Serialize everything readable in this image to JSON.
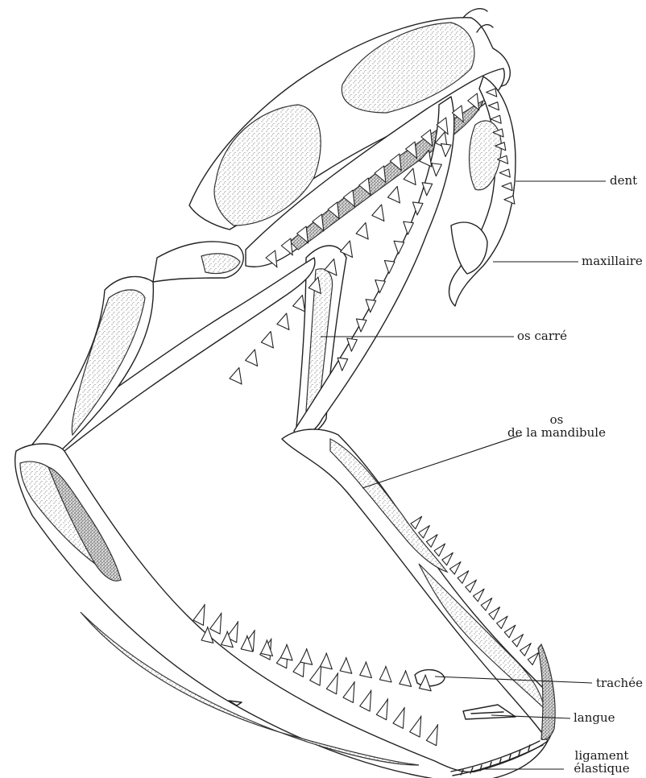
{
  "labels": {
    "dent": "dent",
    "maxillaire": "maxillaire",
    "os_carre": "os carré",
    "os_mandibule_line1": "os",
    "os_mandibule_line2": "de la mandibule",
    "trachee": "trachée",
    "langue": "langue",
    "ligament_line1": "ligament",
    "ligament_line2": "élastique"
  }
}
